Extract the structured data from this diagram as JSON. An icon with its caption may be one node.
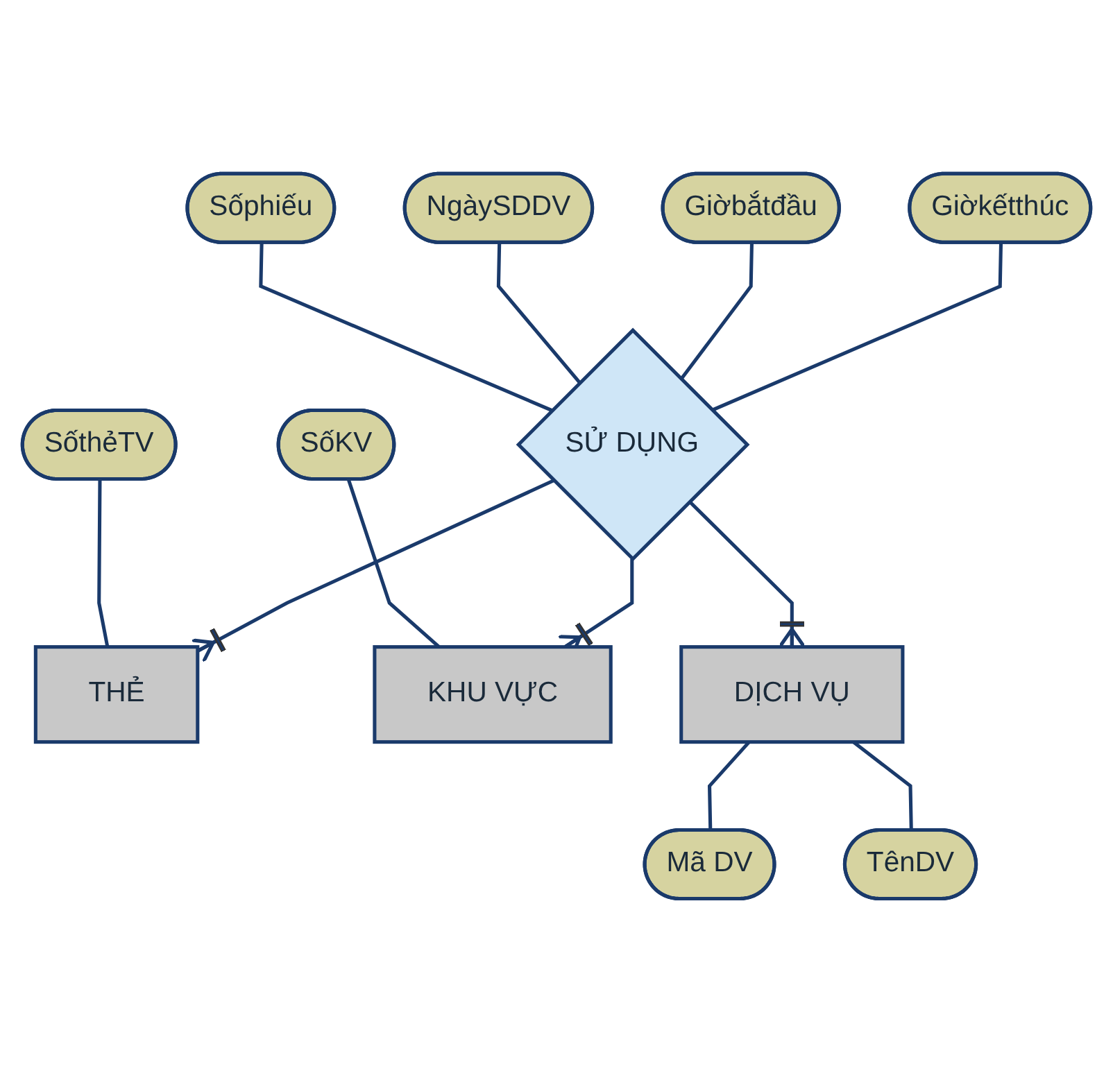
{
  "diagram": {
    "nodes": [
      {
        "text": [
          "SốthẻTV"
        ]
      },
      {
        "text": [
          "THẺ"
        ]
      },
      {
        "text": [
          "Sốphiếu"
        ]
      },
      {
        "text": [
          "NgàySDDV"
        ]
      },
      {
        "text": [
          "SốKV"
        ]
      },
      {
        "text": [
          "SỬ DỤNG"
        ]
      },
      {
        "text": [
          "KHU VỰC"
        ]
      },
      {
        "text": [
          "Giờbắtđầu"
        ]
      },
      {
        "text": [
          "Giờkếtthúc"
        ]
      },
      {
        "text": [
          "DỊCH VỤ"
        ]
      },
      {
        "text": [
          "Mã DV"
        ]
      },
      {
        "text": [
          "TênDV"
        ]
      }
    ],
    "edges": [
      {
        "from": 0,
        "to": 1,
        "arrow": "none"
      },
      {
        "from": 5,
        "to": 1,
        "arrow": "other"
      },
      {
        "from": 2,
        "to": 5,
        "arrow": "none"
      },
      {
        "from": 3,
        "to": 5,
        "arrow": "none"
      },
      {
        "from": 4,
        "to": 6,
        "arrow": "none"
      },
      {
        "from": 5,
        "to": 6,
        "arrow": "other"
      },
      {
        "from": 7,
        "to": 5,
        "arrow": "none"
      },
      {
        "from": 8,
        "to": 5,
        "arrow": "none"
      },
      {
        "from": 5,
        "to": 9,
        "arrow": "other"
      },
      {
        "from": 9,
        "to": 10,
        "arrow": "none"
      },
      {
        "from": 9,
        "to": 11,
        "arrow": "none"
      }
    ]
  }
}
